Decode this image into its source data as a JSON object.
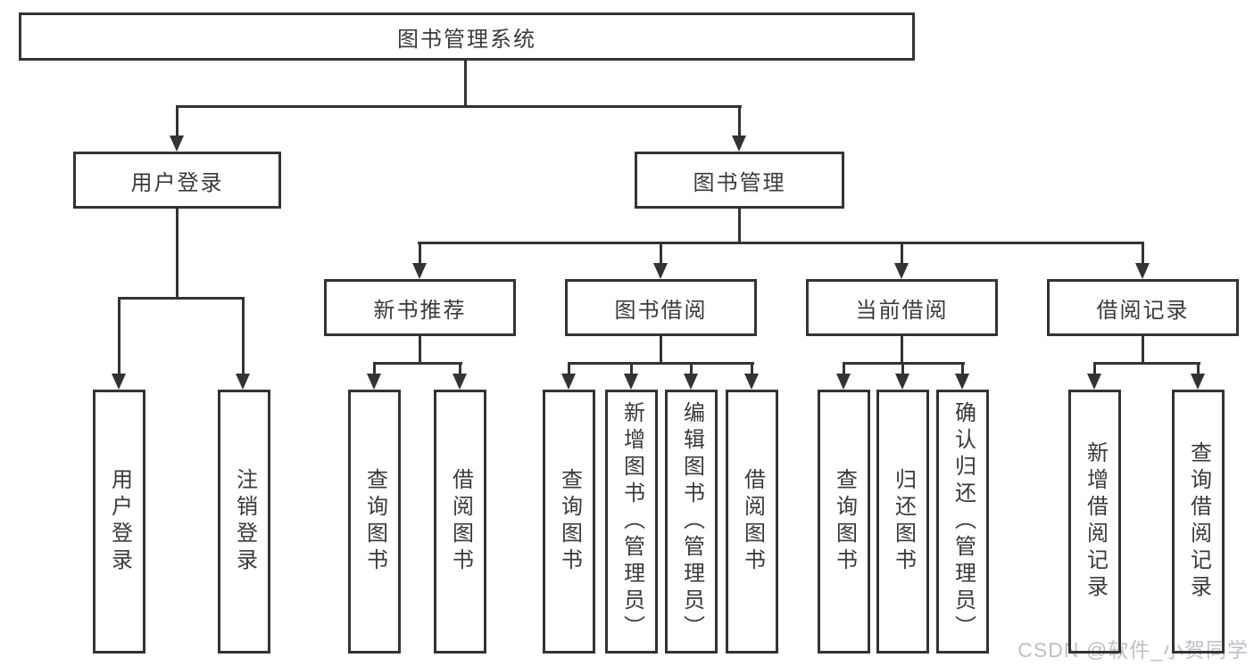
{
  "tree": {
    "label": "图书管理系统",
    "children": [
      {
        "label": "用户登录",
        "children": [
          {
            "label": "用户登录"
          },
          {
            "label": "注销登录"
          }
        ]
      },
      {
        "label": "图书管理",
        "children": [
          {
            "label": "新书推荐",
            "children": [
              {
                "label": "查询图书"
              },
              {
                "label": "借阅图书"
              }
            ]
          },
          {
            "label": "图书借阅",
            "children": [
              {
                "label": "查询图书"
              },
              {
                "label": "新增图书（管理员）"
              },
              {
                "label": "编辑图书（管理员）"
              },
              {
                "label": "借阅图书"
              }
            ]
          },
          {
            "label": "当前借阅",
            "children": [
              {
                "label": "查询图书"
              },
              {
                "label": "归还图书"
              },
              {
                "label": "确认归还（管理员）"
              }
            ]
          },
          {
            "label": "借阅记录",
            "children": [
              {
                "label": "新增借阅记录"
              },
              {
                "label": "查询借阅记录"
              }
            ]
          }
        ]
      }
    ]
  },
  "watermark": {
    "text": "CSDN @软件_小贺同学"
  },
  "colors": {
    "line": "#333333",
    "text": "#3a3a3a",
    "watermark": "#bfbfc8",
    "background": "#ffffff"
  }
}
